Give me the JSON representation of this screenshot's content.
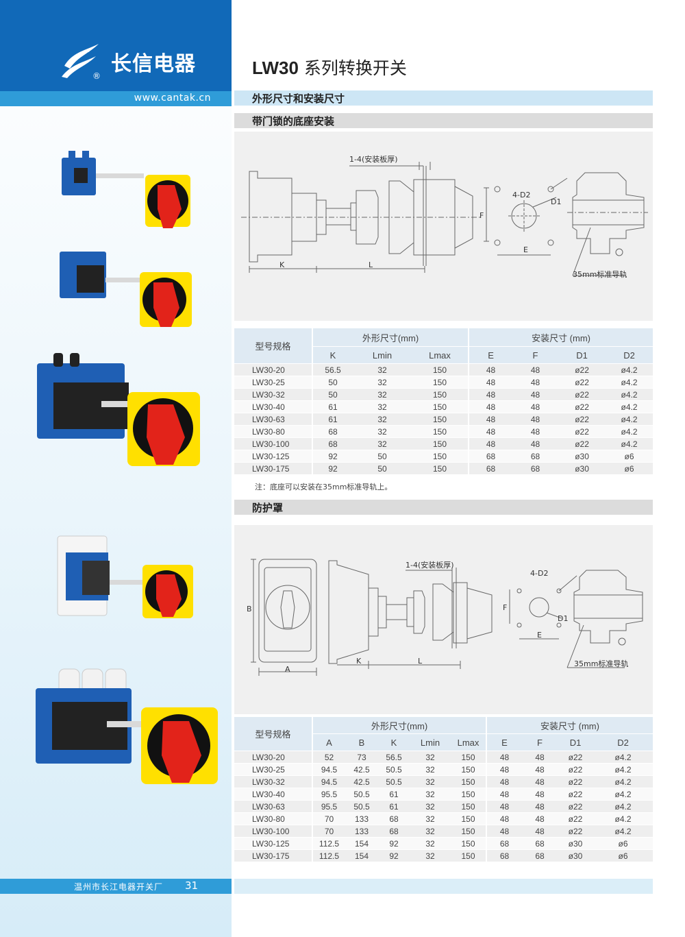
{
  "brand": {
    "name": "长信电器",
    "reg_mark": "®",
    "url": "www.cantak.cn"
  },
  "title": {
    "series": "LW30",
    "rest": "系列转换开关"
  },
  "sections": {
    "dims": "外形尺寸和安装尺寸",
    "base": "带门锁的底座安装",
    "cover": "防护罩"
  },
  "drawing1": {
    "plate": "1-4(安装板厚)",
    "k": "K",
    "l": "L",
    "f": "F",
    "e": "E",
    "hole4": "4-D2",
    "d1": "D1",
    "rail": "35mm标准导轨"
  },
  "drawing2": {
    "plate": "1-4(安装板厚)",
    "a": "A",
    "b": "B",
    "k": "K",
    "l": "L",
    "f": "F",
    "e": "E",
    "hole4": "4-D2",
    "d1": "D1",
    "rail": "35mm标准导轨"
  },
  "table1": {
    "model_header": "型号规格",
    "group1": "外形尺寸(mm)",
    "group2": "安装尺寸 (mm)",
    "cols": [
      "K",
      "Lmin",
      "Lmax",
      "E",
      "F",
      "D1",
      "D2"
    ],
    "rows": [
      [
        "LW30-20",
        "56.5",
        "32",
        "150",
        "48",
        "48",
        "ø22",
        "ø4.2"
      ],
      [
        "LW30-25",
        "50",
        "32",
        "150",
        "48",
        "48",
        "ø22",
        "ø4.2"
      ],
      [
        "LW30-32",
        "50",
        "32",
        "150",
        "48",
        "48",
        "ø22",
        "ø4.2"
      ],
      [
        "LW30-40",
        "61",
        "32",
        "150",
        "48",
        "48",
        "ø22",
        "ø4.2"
      ],
      [
        "LW30-63",
        "61",
        "32",
        "150",
        "48",
        "48",
        "ø22",
        "ø4.2"
      ],
      [
        "LW30-80",
        "68",
        "32",
        "150",
        "48",
        "48",
        "ø22",
        "ø4.2"
      ],
      [
        "LW30-100",
        "68",
        "32",
        "150",
        "48",
        "48",
        "ø22",
        "ø4.2"
      ],
      [
        "LW30-125",
        "92",
        "50",
        "150",
        "68",
        "68",
        "ø30",
        "ø6"
      ],
      [
        "LW30-175",
        "92",
        "50",
        "150",
        "68",
        "68",
        "ø30",
        "ø6"
      ]
    ]
  },
  "note": "注：底座可以安装在35mm标准导轨上。",
  "table2": {
    "model_header": "型号规格",
    "group1": "外形尺寸(mm)",
    "group2": "安装尺寸 (mm)",
    "cols": [
      "A",
      "B",
      "K",
      "Lmin",
      "Lmax",
      "E",
      "F",
      "D1",
      "D2"
    ],
    "rows": [
      [
        "LW30-20",
        "52",
        "73",
        "56.5",
        "32",
        "150",
        "48",
        "48",
        "ø22",
        "ø4.2"
      ],
      [
        "LW30-25",
        "94.5",
        "42.5",
        "50.5",
        "32",
        "150",
        "48",
        "48",
        "ø22",
        "ø4.2"
      ],
      [
        "LW30-32",
        "94.5",
        "42.5",
        "50.5",
        "32",
        "150",
        "48",
        "48",
        "ø22",
        "ø4.2"
      ],
      [
        "LW30-40",
        "95.5",
        "50.5",
        "61",
        "32",
        "150",
        "48",
        "48",
        "ø22",
        "ø4.2"
      ],
      [
        "LW30-63",
        "95.5",
        "50.5",
        "61",
        "32",
        "150",
        "48",
        "48",
        "ø22",
        "ø4.2"
      ],
      [
        "LW30-80",
        "70",
        "133",
        "68",
        "32",
        "150",
        "48",
        "48",
        "ø22",
        "ø4.2"
      ],
      [
        "LW30-100",
        "70",
        "133",
        "68",
        "32",
        "150",
        "48",
        "48",
        "ø22",
        "ø4.2"
      ],
      [
        "LW30-125",
        "112.5",
        "154",
        "92",
        "32",
        "150",
        "68",
        "68",
        "ø30",
        "ø6"
      ],
      [
        "LW30-175",
        "112.5",
        "154",
        "92",
        "32",
        "150",
        "68",
        "68",
        "ø30",
        "ø6"
      ]
    ]
  },
  "footer": {
    "factory": "温州市长江电器开关厂",
    "page": "31"
  },
  "colors": {
    "brand_blue": "#1169b8",
    "accent_blue": "#2f9cd8",
    "switch_red": "#e2231a",
    "switch_yellow": "#ffe000",
    "body_blue": "#1f5fb4"
  }
}
